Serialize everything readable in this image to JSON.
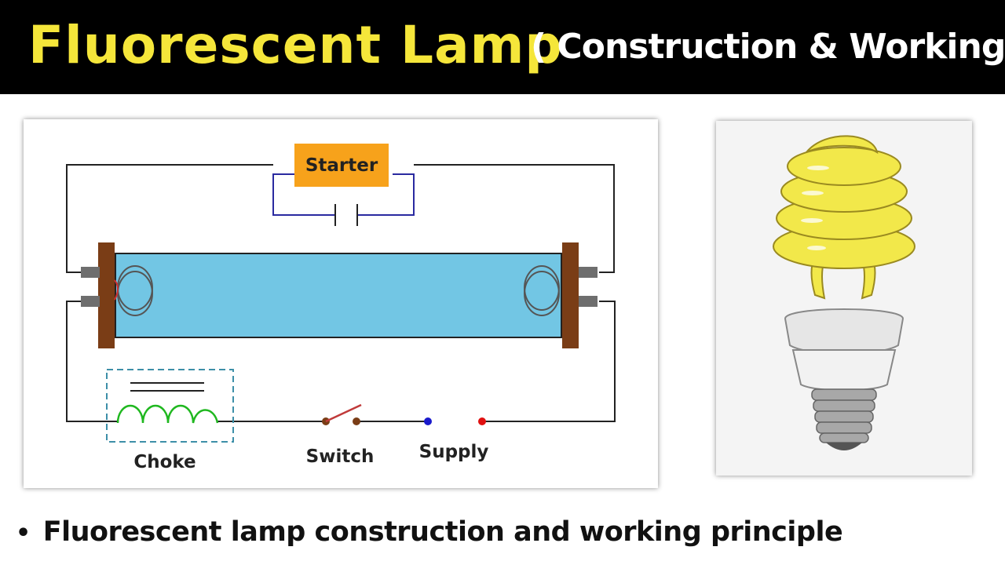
{
  "header": {
    "title": "Fluorescent Lamp",
    "subtitle": "( Construction & Working )"
  },
  "diagram": {
    "labels": {
      "starter": "Starter",
      "choke": "Choke",
      "switch": "Switch",
      "supply": "Supply"
    },
    "colors": {
      "starter_box": "#f7a21b",
      "tube": "#72c6e4",
      "electrode_end": "#7a3d16",
      "coil": "#20b820",
      "switch_lever": "#c03a3a",
      "supply_negative": "#1a1acc",
      "supply_positive": "#e01010",
      "starter_wire": "#2a2aa0"
    }
  },
  "caption": {
    "bullet": "•",
    "text": "Fluorescent lamp construction and working principle"
  },
  "bulb": {
    "icon": "cfl-bulb-icon",
    "colors": {
      "spiral": "#f2e84a",
      "base": "#e6e6e6",
      "screw": "#a8a8a8"
    }
  }
}
